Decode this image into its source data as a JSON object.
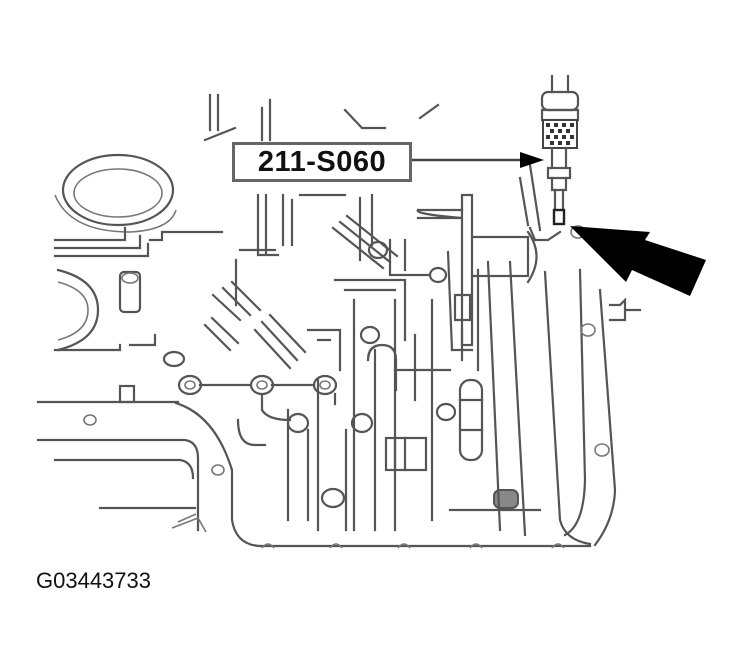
{
  "diagram": {
    "subject": "transmission valve body with special tool installed",
    "callout": {
      "label": "211-S060",
      "points_to": "special tool (knurled hand tool)"
    },
    "indicator_arrow": {
      "style": "large solid black arrow",
      "points_to": "tool tip / fitting"
    },
    "figure_id": "G03443733",
    "colors": {
      "line": "#555555",
      "arrow": "#000000",
      "background": "#ffffff"
    }
  }
}
